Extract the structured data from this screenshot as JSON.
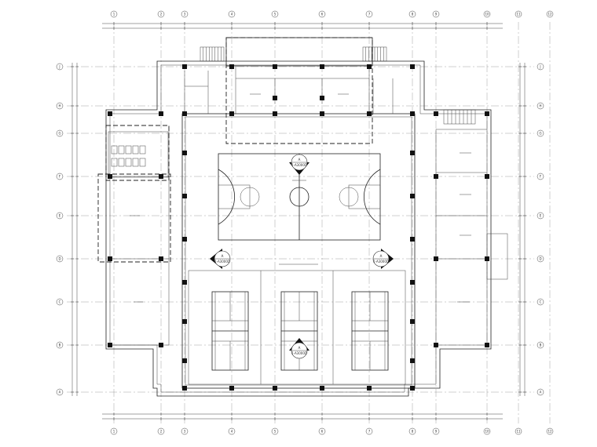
{
  "drawing": {
    "grid_x_labels": [
      "1",
      "2",
      "3",
      "4",
      "5",
      "6",
      "7",
      "8",
      "9",
      "10",
      "11",
      "12"
    ],
    "grid_y_labels": [
      "A",
      "B",
      "C",
      "D",
      "E",
      "F",
      "G",
      "H",
      "J"
    ],
    "section_marks": [
      {
        "id": "sec-top",
        "letter": "A",
        "sheet": "1-A3000D",
        "dir": "down"
      },
      {
        "id": "sec-left",
        "letter": "A",
        "sheet": "1-A3000D",
        "dir": "right"
      },
      {
        "id": "sec-right",
        "letter": "A",
        "sheet": "1-A3000D",
        "dir": "left"
      },
      {
        "id": "sec-bottom",
        "letter": "A",
        "sheet": "1-A3000D",
        "dir": "up"
      }
    ]
  }
}
